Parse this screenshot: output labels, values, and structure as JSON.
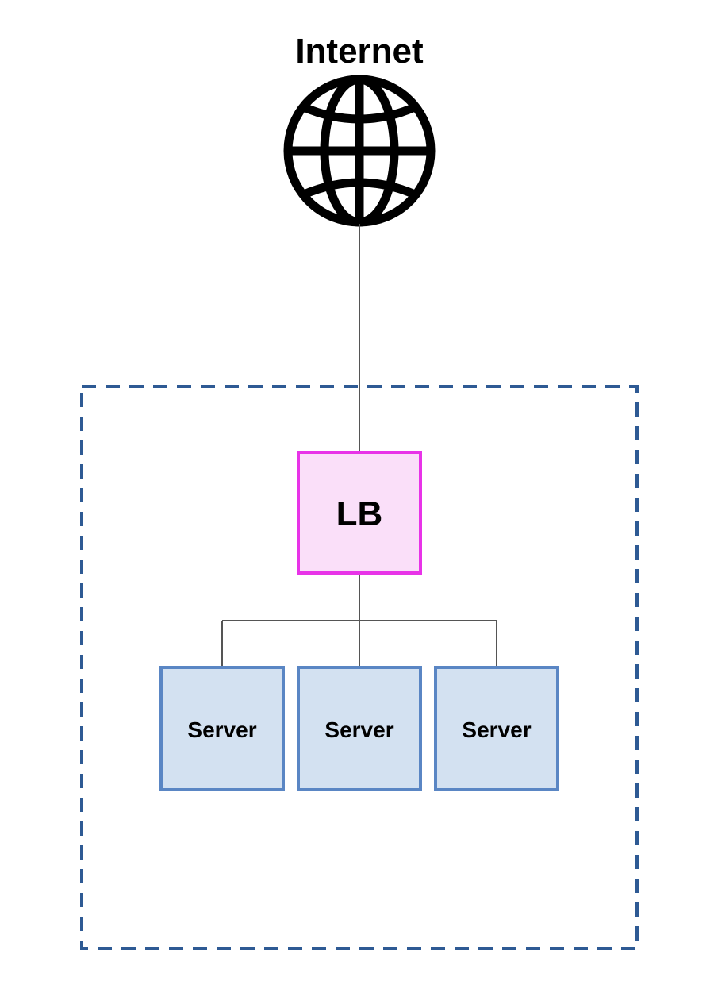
{
  "internet": {
    "label": "Internet",
    "icon": "globe-icon"
  },
  "load_balancer": {
    "label": "LB",
    "fill": "#fadff9",
    "stroke": "#e833e8"
  },
  "servers": [
    {
      "label": "Server"
    },
    {
      "label": "Server"
    },
    {
      "label": "Server"
    }
  ],
  "colors": {
    "server_fill": "#d3e1f1",
    "server_stroke": "#5a86c4",
    "boundary_stroke": "#2e5a94",
    "connector": "#555555"
  }
}
